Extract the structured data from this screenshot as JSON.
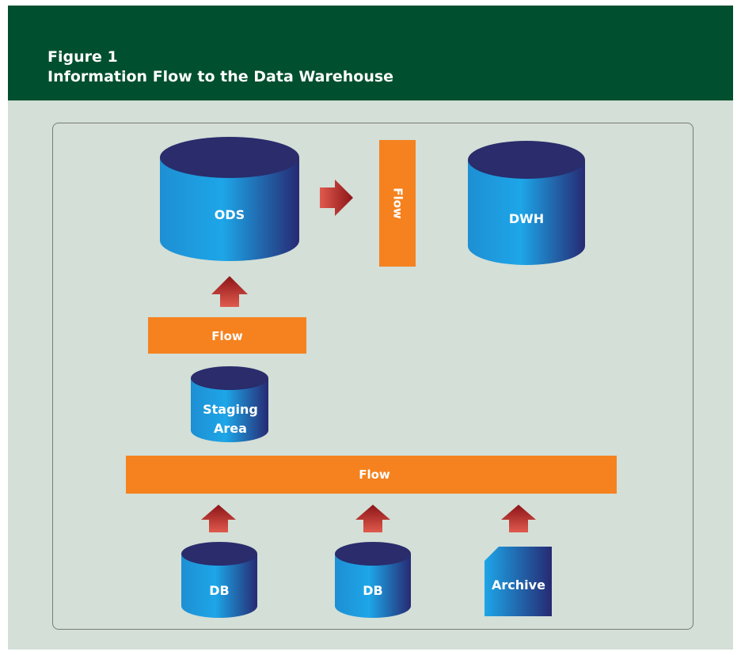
{
  "header": {
    "label": "Figure 1",
    "title": "Information Flow to the Data Warehouse"
  },
  "nodes": {
    "ods": "ODS",
    "dwh": "DWH",
    "staging_line1": "Staging",
    "staging_line2": "Area",
    "db_left": "DB",
    "db_middle": "DB",
    "archive": "Archive"
  },
  "flows": {
    "vertical": "Flow",
    "ods_input": "Flow",
    "main": "Flow"
  },
  "colors": {
    "header_bg": "#004f2e",
    "canvas_bg": "#d3dfd7",
    "flow_orange": "#f5821f",
    "cylinder_top": "#2a2c6b",
    "cylinder_light": "#1f9ddc",
    "cylinder_dark": "#262a73",
    "arrow_red": "#9b1b1f"
  }
}
